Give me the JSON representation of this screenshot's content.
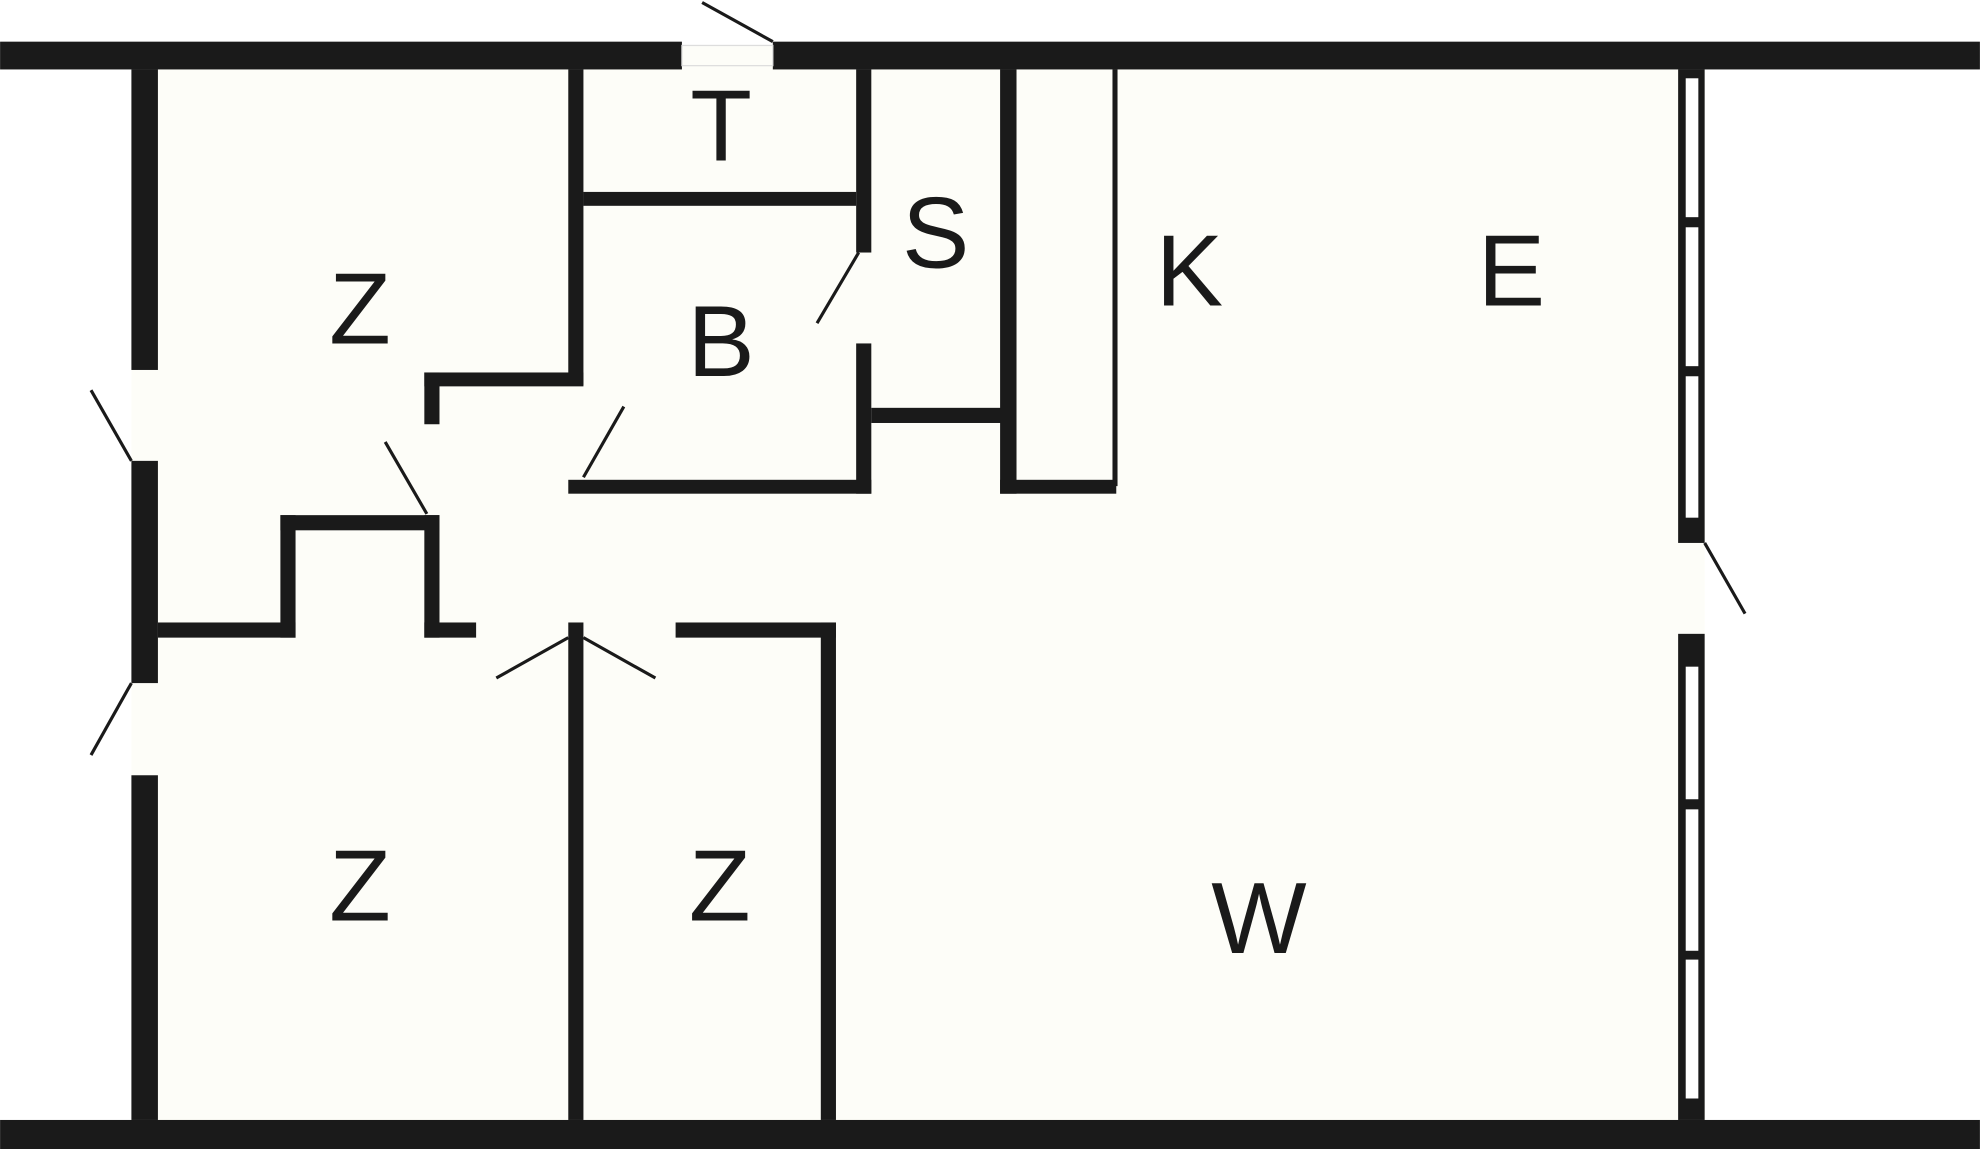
{
  "title": "Floor plan",
  "colors": {
    "wall": "#1a1a1a",
    "floor": "#fdfdf8",
    "background": "#ffffff"
  },
  "rooms": [
    {
      "id": "t",
      "label": "T"
    },
    {
      "id": "s",
      "label": "S"
    },
    {
      "id": "k",
      "label": "K"
    },
    {
      "id": "e",
      "label": "E"
    },
    {
      "id": "z1",
      "label": "Z"
    },
    {
      "id": "b",
      "label": "B"
    },
    {
      "id": "z2",
      "label": "Z"
    },
    {
      "id": "z3",
      "label": "Z"
    },
    {
      "id": "w",
      "label": "W"
    }
  ]
}
